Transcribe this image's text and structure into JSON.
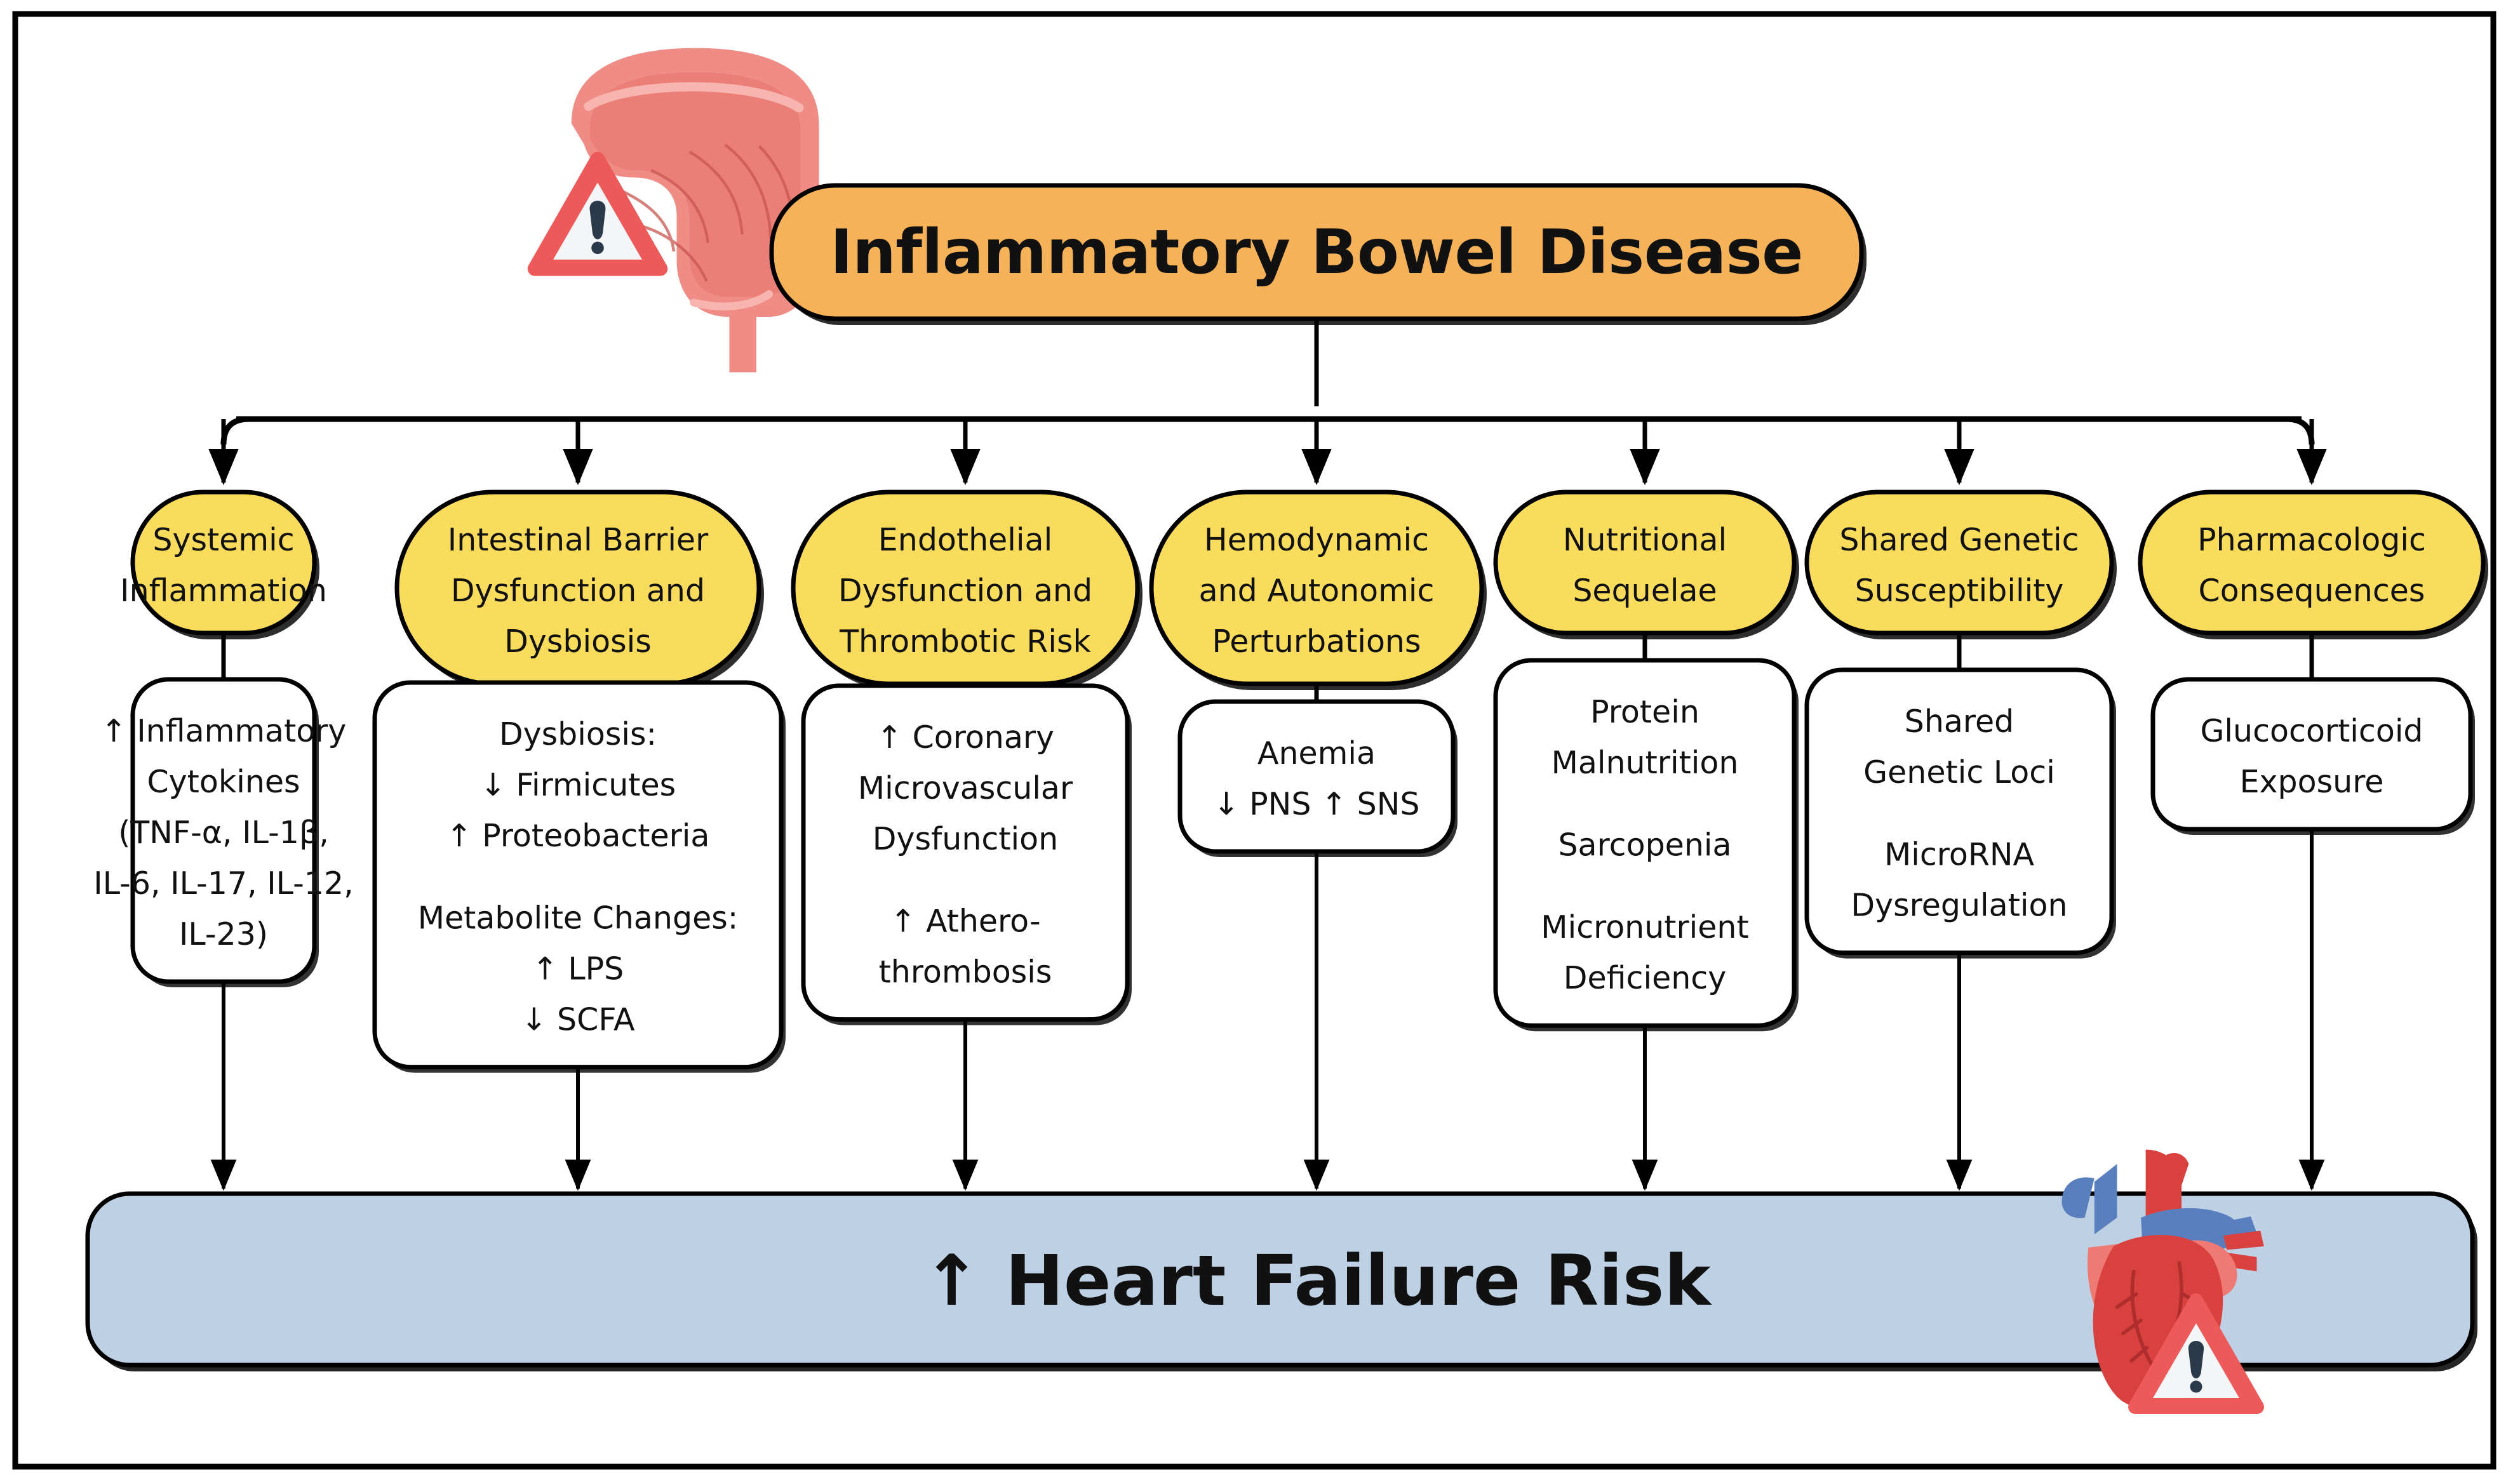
{
  "figure": {
    "type": "flow-diagram",
    "title": "Inflammatory Bowel Disease",
    "outcome": "↑ Heart Failure Risk",
    "colors": {
      "title_pill": "#F6B258",
      "mechanism_pill": "#F9DC5C",
      "detail_box": "#FFFFFF",
      "outcome_bar": "#BDD0E4",
      "stroke": "#000000",
      "frame": "#000000"
    },
    "icons": {
      "top_left": "intestine-warning-icon",
      "bottom_right": "heart-warning-icon"
    }
  },
  "branches": [
    {
      "id": "systemic-inflammation",
      "pill": [
        "Systemic",
        "Inflammation"
      ],
      "detail": [
        "↑ Inflammatory",
        "Cytokines",
        "(TNF-α, IL-1β,",
        "IL-6, IL-17, IL-12,",
        "IL-23)"
      ]
    },
    {
      "id": "intestinal-barrier-dysfunction",
      "pill": [
        "Intestinal Barrier",
        "Dysfunction and",
        "Dysbiosis"
      ],
      "detail": [
        "Dysbiosis:",
        "↓ Firmicutes",
        "↑ Proteobacteria",
        "",
        "Metabolite Changes:",
        "↑ LPS",
        "↓ SCFA"
      ]
    },
    {
      "id": "endothelial-dysfunction",
      "pill": [
        "Endothelial",
        "Dysfunction and",
        "Thrombotic Risk"
      ],
      "detail": [
        "↑ Coronary",
        "Microvascular",
        "Dysfunction",
        "",
        "↑ Athero-",
        "thrombosis"
      ]
    },
    {
      "id": "hemodynamic-autonomic",
      "pill": [
        "Hemodynamic",
        "and Autonomic",
        "Perturbations"
      ],
      "detail": [
        "Anemia",
        "↓ PNS ↑ SNS"
      ]
    },
    {
      "id": "nutritional-sequelae",
      "pill": [
        "Nutritional",
        "Sequelae"
      ],
      "detail": [
        "Protein",
        "Malnutrition",
        "",
        "Sarcopenia",
        "",
        "Micronutrient",
        "Deficiency"
      ]
    },
    {
      "id": "shared-genetic-susceptibility",
      "pill": [
        "Shared Genetic",
        "Susceptibility"
      ],
      "detail": [
        "Shared",
        "Genetic Loci",
        "",
        "MicroRNA",
        "Dysregulation"
      ]
    },
    {
      "id": "pharmacologic-consequences",
      "pill": [
        "Pharmacologic",
        "Consequences"
      ],
      "detail": [
        "Glucocorticoid",
        "Exposure"
      ]
    }
  ]
}
